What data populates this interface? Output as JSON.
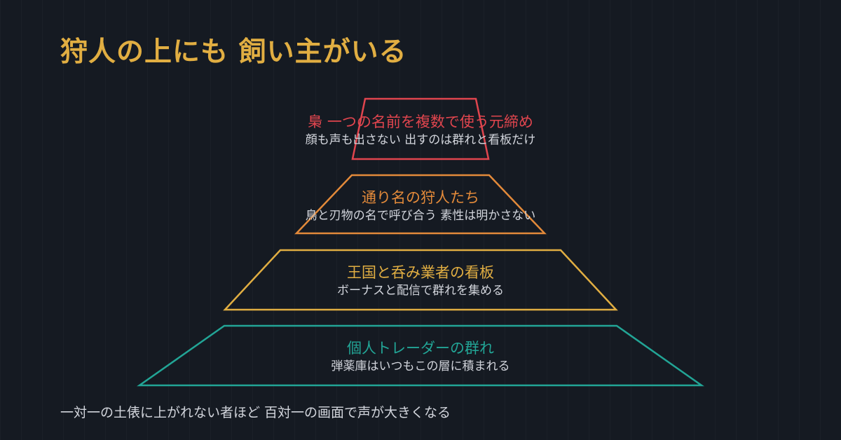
{
  "title": "狩人の上にも 飼い主がいる",
  "tiers": [
    {
      "heading": "梟 一つの名前を複数で使う元締め",
      "description": "顔も声も出さない 出すのは群れと看板だけ",
      "color": "#e0454e"
    },
    {
      "heading": "通り名の狩人たち",
      "description": "鳥と刃物の名で呼び合う 素性は明かさない",
      "color": "#e38a3a"
    },
    {
      "heading": "王国と呑み業者の看板",
      "description": "ボーナスと配信で群れを集める",
      "color": "#e1ae42"
    },
    {
      "heading": "個人トレーダーの群れ",
      "description": "弾薬庫はいつもこの層に積まれる",
      "color": "#22a596"
    }
  ],
  "footer": "一対一の土俵に上がれない者ほど 百対一の画面で声が大きくなる"
}
